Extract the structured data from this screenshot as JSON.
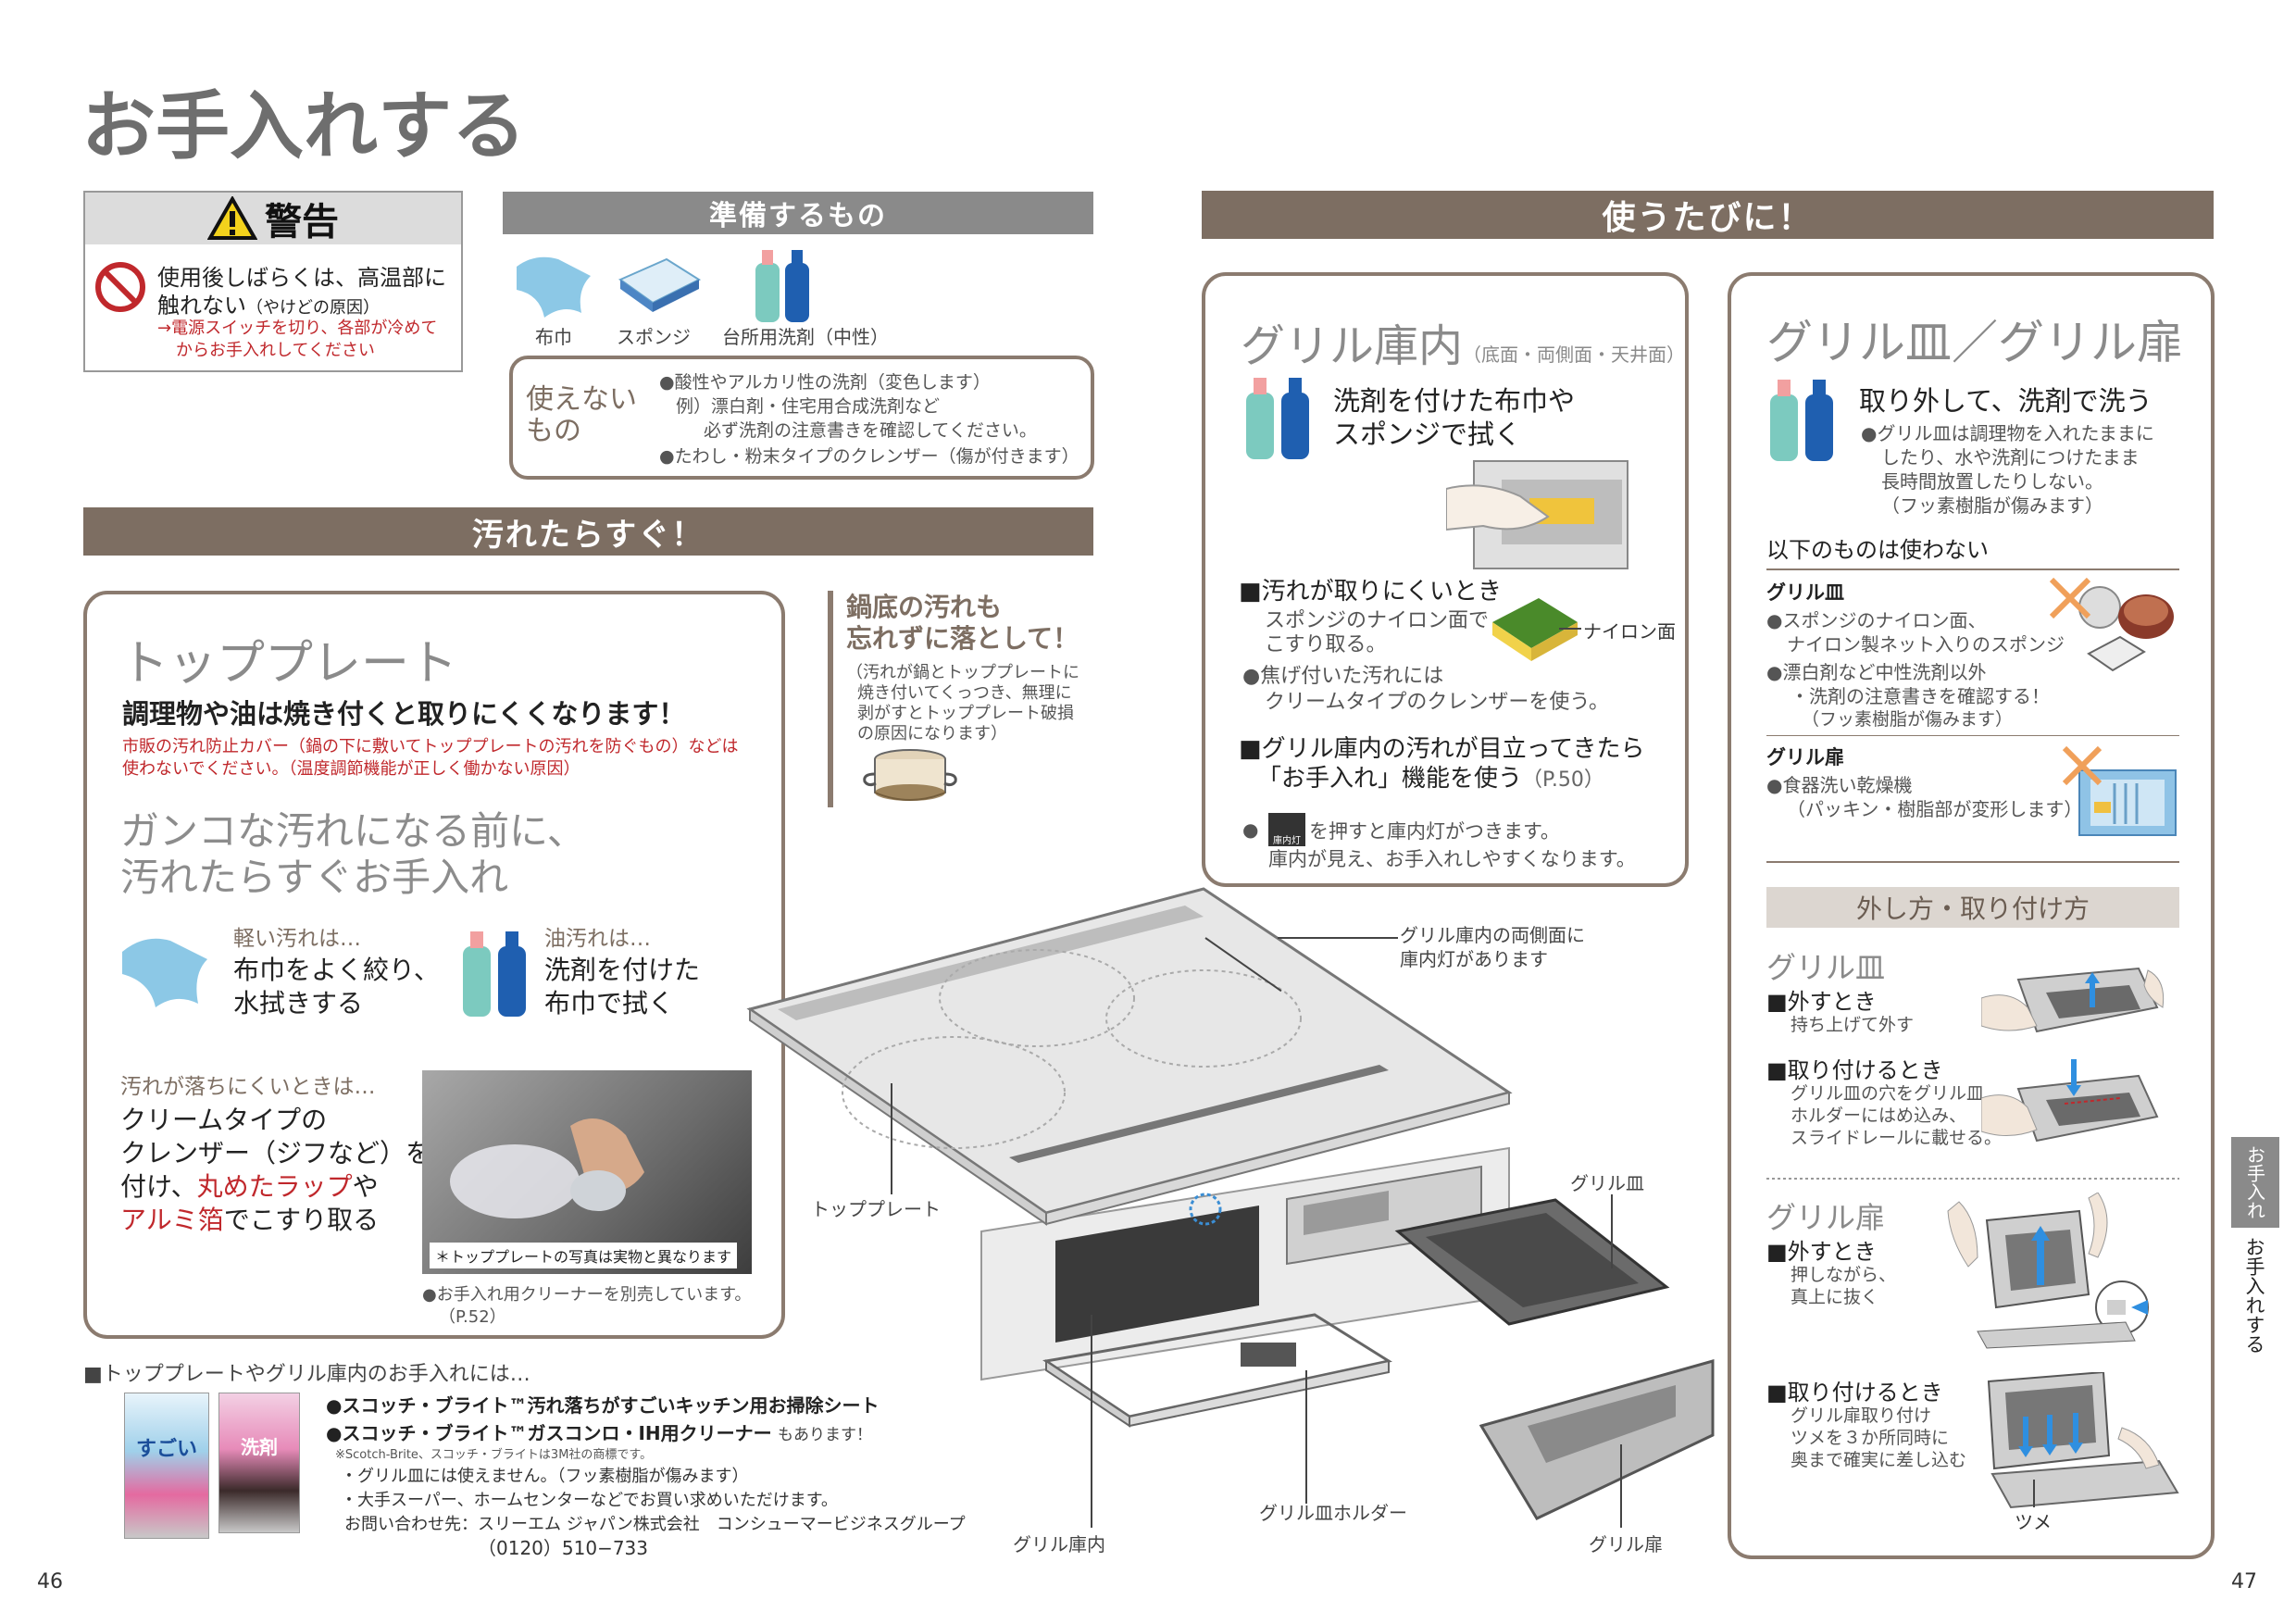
{
  "page": {
    "title": "お手入れする",
    "page_left": "46",
    "page_right": "47",
    "side_tab_a": "お手入れ",
    "side_tab_b": "お手入れする"
  },
  "warning": {
    "header": "警告",
    "line1": "使用後しばらくは、高温部に",
    "line2a": "触れない",
    "line2b": "（やけどの原因）",
    "line3": "→電源スイッチを切り、各部が冷めて",
    "line4": "からお手入れしてください"
  },
  "prep": {
    "header": "準備するもの",
    "items": [
      "布巾",
      "スポンジ",
      "台所用洗剤（中性）"
    ],
    "cannot_label_1": "使えない",
    "cannot_label_2": "もの",
    "cannot_1": "●酸性やアルカリ性の洗剤（変色します）",
    "cannot_2": "例）漂白剤・住宅用合成洗剤など",
    "cannot_3": "必ず洗剤の注意書きを確認してください。",
    "cannot_4": "●たわし・粉末タイプのクレンザー（傷が付きます）"
  },
  "dirty": {
    "header": "汚れたらすぐ！",
    "top_plate_title": "トッププレート",
    "lead": "調理物や油は焼き付くと取りにくくなります！",
    "note1": "市販の汚れ防止カバー（鍋の下に敷いてトッププレートの汚れを防ぐもの）などは",
    "note2": "使わないでください。（温度調節機能が正しく働かない原因）",
    "big1": "ガンコな汚れになる前に、",
    "big2": "汚れたらすぐお手入れ",
    "light_label": "軽い汚れは…",
    "light_1": "布巾をよく絞り、",
    "light_2": "水拭きする",
    "oil_label": "油汚れは…",
    "oil_1": "洗剤を付けた",
    "oil_2": "布巾で拭く",
    "hard_label": "汚れが落ちにくいときは…",
    "hard_1": "クリームタイプの",
    "hard_2": "クレンザー（ジフなど）を",
    "hard_3a": "付け、",
    "hard_3b": "丸めたラップ",
    "hard_3c": "や",
    "hard_4a": "アルミ箔",
    "hard_4b": "でこすり取る",
    "photo_caption": "＊トッププレートの写真は実物と異なります",
    "cleaner_1": "●お手入れ用クリーナーを別売しています。",
    "cleaner_2": "（P.52）"
  },
  "pot": {
    "title1": "鍋底の汚れも",
    "title2": "忘れずに落として！",
    "body1": "（汚れが鍋とトッププレートに",
    "body2": "焼き付いてくっつき、無理に",
    "body3": "剥がすとトッププレート破損",
    "body4": "の原因になります）"
  },
  "products": {
    "header": "■トッププレートやグリル庫内のお手入れには…",
    "p1": "●スコッチ・ブライト™汚れ落ちがすごいキッチン用お掃除シート",
    "p2a": "●スコッチ・ブライト™ガスコンロ・IH用クリーナー",
    "p2b": "もあります！",
    "tm": "※Scotch-Brite、スコッチ・ブライトは3M社の商標です。",
    "n1": "・グリル皿には使えません。（フッ素樹脂が傷みます）",
    "n2": "・大手スーパー、ホームセンターなどでお買い求めいただけます。",
    "contact1": "お問い合わせ先：スリーエム ジャパン株式会社　コンシューマービジネスグループ",
    "contact2": "（0120）510−733",
    "pkg1": "すごい",
    "pkg2": "洗剤"
  },
  "every": {
    "header": "使うたびに！",
    "grill_in_title": "グリル庫内",
    "grill_in_sub": "（底面・両側面・天井面）",
    "wipe1": "洗剤を付けた布巾や",
    "wipe2": "スポンジで拭く",
    "hard_head": "■汚れが取りにくいとき",
    "hard1": "スポンジのナイロン面で",
    "hard2": "こすり取る。",
    "nylon": "ナイロン面",
    "burnt1": "●焦げ付いた汚れには",
    "burnt2": "クリームタイプのクレンザーを使う。",
    "func_head1": "■グリル庫内の汚れが目立ってきたら",
    "func_head2": "「お手入れ」機能を使う",
    "func_ref": "（P.50）",
    "lamp1": "を押すと庫内灯がつきます。",
    "lamp2": "庫内が見え、お手入れしやすくなります。",
    "lamp_key": "庫内灯",
    "plate_title": "グリル皿／グリル扉",
    "remove": "取り外して、洗剤で洗う",
    "plate_n1": "●グリル皿は調理物を入れたままに",
    "plate_n2": "したり、水や洗剤につけたまま",
    "plate_n3": "長時間放置したりしない。",
    "plate_n4": "（フッ素樹脂が傷みます）",
    "dont": "以下のものは使わない",
    "dish": "グリル皿",
    "dish1": "●スポンジのナイロン面、",
    "dish2": "ナイロン製ネット入りのスポンジ",
    "dish3": "●漂白剤など中性洗剤以外",
    "dish4": "・洗剤の注意書きを確認する！",
    "dish5": "（フッ素樹脂が傷みます）",
    "door": "グリル扉",
    "door1": "●食器洗い乾燥機",
    "door2": "（パッキン・樹脂部が変形します）",
    "how": "外し方・取り付け方",
    "s_dish": "グリル皿",
    "d_remove": "■外すとき",
    "d_remove_1": "持ち上げて外す",
    "d_attach": "■取り付けるとき",
    "d_attach_1": "グリル皿の穴をグリル皿",
    "d_attach_2": "ホルダーにはめ込み、",
    "d_attach_3": "スライドレールに載せる。",
    "s_door": "グリル扉",
    "r_remove": "■外すとき",
    "r_remove_1": "押しながら、",
    "r_remove_2": "真上に抜く",
    "r_attach": "■取り付けるとき",
    "r_attach_1": "グリル扉取り付け",
    "r_attach_2": "ツメを３か所同時に",
    "r_attach_3": "奥まで確実に差し込む",
    "claw": "ツメ"
  },
  "diagram": {
    "lamp_note1": "グリル庫内の両側面に",
    "lamp_note2": "庫内灯があります",
    "top_plate": "トッププレート",
    "grill_dish": "グリル皿",
    "grill_inside": "グリル庫内",
    "holder": "グリル皿ホルダー",
    "grill_door": "グリル扉"
  }
}
